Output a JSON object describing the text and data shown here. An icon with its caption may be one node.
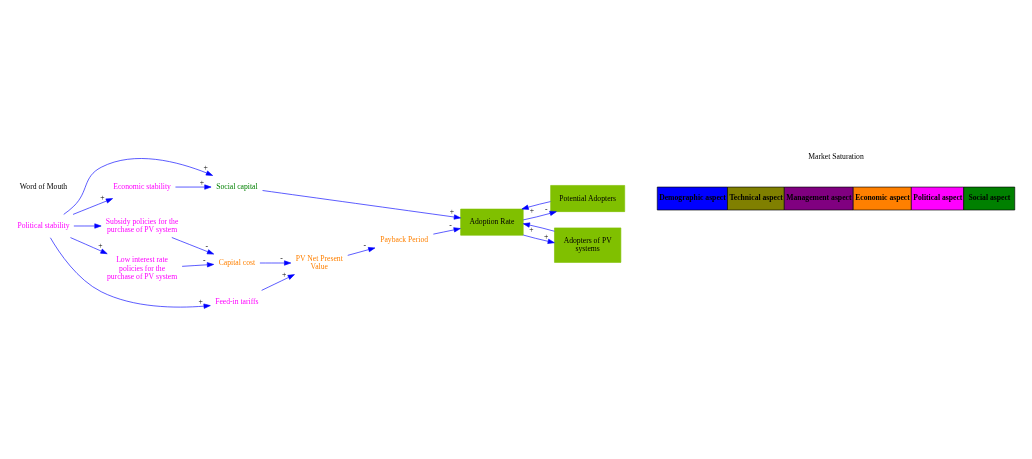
{
  "diagram": {
    "nodes": [
      {
        "text": [
          "Social capital"
        ]
      },
      {
        "text": [
          "Subsidy policies for the purchase of PV system"
        ]
      },
      {
        "text": [
          "Feed-in tariffs"
        ]
      },
      {
        "text": [
          "Low interest rate policies for the purchase of PV system"
        ]
      },
      {
        "text": [
          "Political stability"
        ]
      },
      {
        "text": [
          "Economic stability"
        ]
      },
      {
        "text": [
          "Capital cost"
        ]
      },
      {
        "text": [
          "PV Net Present Value"
        ]
      },
      {
        "text": [
          "Payback Period"
        ]
      },
      {
        "text": [
          "Potential Adopters"
        ]
      },
      {
        "text": [
          "Adoption Rate"
        ]
      },
      {
        "text": [
          "Adopters of PV systems"
        ]
      }
    ],
    "edges": [
      {
        "from": 4,
        "to": 0,
        "arrow": "to",
        "label": "+"
      },
      {
        "from": 5,
        "to": 0,
        "arrow": "to",
        "label": "+"
      },
      {
        "from": 4,
        "to": 5,
        "arrow": "to",
        "label": "+"
      },
      {
        "from": 4,
        "to": 1,
        "arrow": "to"
      },
      {
        "from": 4,
        "to": 2,
        "arrow": "to",
        "label": "+"
      },
      {
        "from": 4,
        "to": 3,
        "arrow": "to",
        "label": "+"
      },
      {
        "from": 0,
        "to": 10,
        "arrow": "to",
        "label": "+"
      },
      {
        "from": 1,
        "to": 6,
        "arrow": "to",
        "label": "-"
      },
      {
        "from": 3,
        "to": 6,
        "arrow": "to",
        "label": "-"
      },
      {
        "from": 2,
        "to": 7,
        "arrow": "to",
        "label": "+"
      },
      {
        "from": 6,
        "to": 7,
        "arrow": "to",
        "label": "-"
      },
      {
        "from": 7,
        "to": 8,
        "arrow": "to",
        "label": "-"
      },
      {
        "from": 8,
        "to": 10,
        "arrow": "to",
        "label": "-"
      },
      {
        "from": 11,
        "to": 10,
        "arrow": "to",
        "label": "+"
      },
      {
        "from": 9,
        "to": 10,
        "arrow": "to",
        "label": "+"
      },
      {
        "from": 10,
        "to": 9,
        "arrow": "to",
        "label": "-"
      },
      {
        "from": 10,
        "to": 11,
        "arrow": "to",
        "label": "+"
      }
    ],
    "labels": [
      "Market Saturation",
      "Word of Mouth"
    ],
    "legend": [
      {
        "text": "Demographic aspect",
        "color": "#0000ff"
      },
      {
        "text": "Technical aspect",
        "color": "#808000"
      },
      {
        "text": "Management aspect",
        "color": "#800080"
      },
      {
        "text": "Economic aspect",
        "color": "#ff8000"
      },
      {
        "text": "Political aspect",
        "color": "#ff00ff"
      },
      {
        "text": "Social aspect",
        "color": "#008000"
      }
    ]
  }
}
